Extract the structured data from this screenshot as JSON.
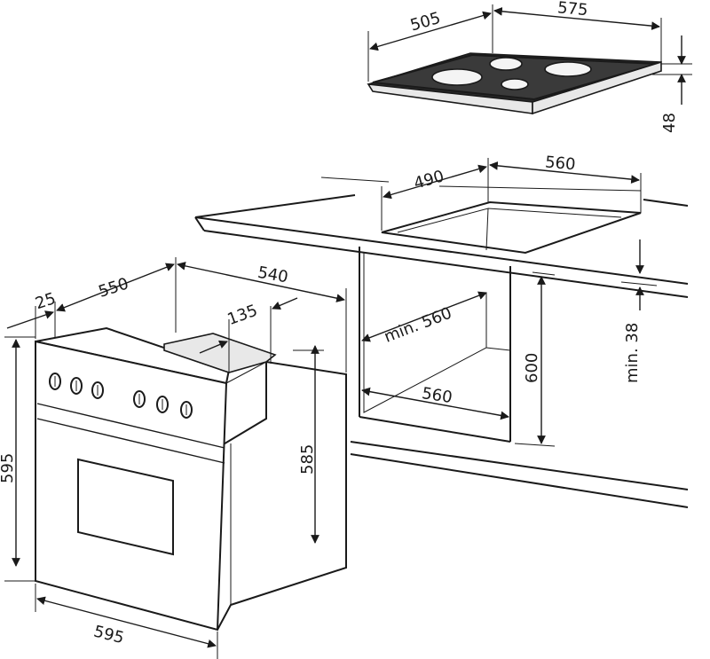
{
  "dimensions": {
    "hob_depth": "505",
    "hob_width": "575",
    "hob_height": "48",
    "cutout_depth": "490",
    "cutout_width": "560",
    "counter_thickness_min": "min. 38",
    "oven_door_depth": "25",
    "oven_depth": "550",
    "oven_rear_depth": "540",
    "oven_panel_depth": "135",
    "oven_height": "595",
    "oven_body_height": "585",
    "oven_width": "595",
    "niche_depth_min": "min. 560",
    "niche_width": "560",
    "niche_height": "600"
  },
  "oven": {
    "knob_count_left": 3,
    "knob_count_right": 3
  },
  "hob": {
    "zone_count": 4
  }
}
